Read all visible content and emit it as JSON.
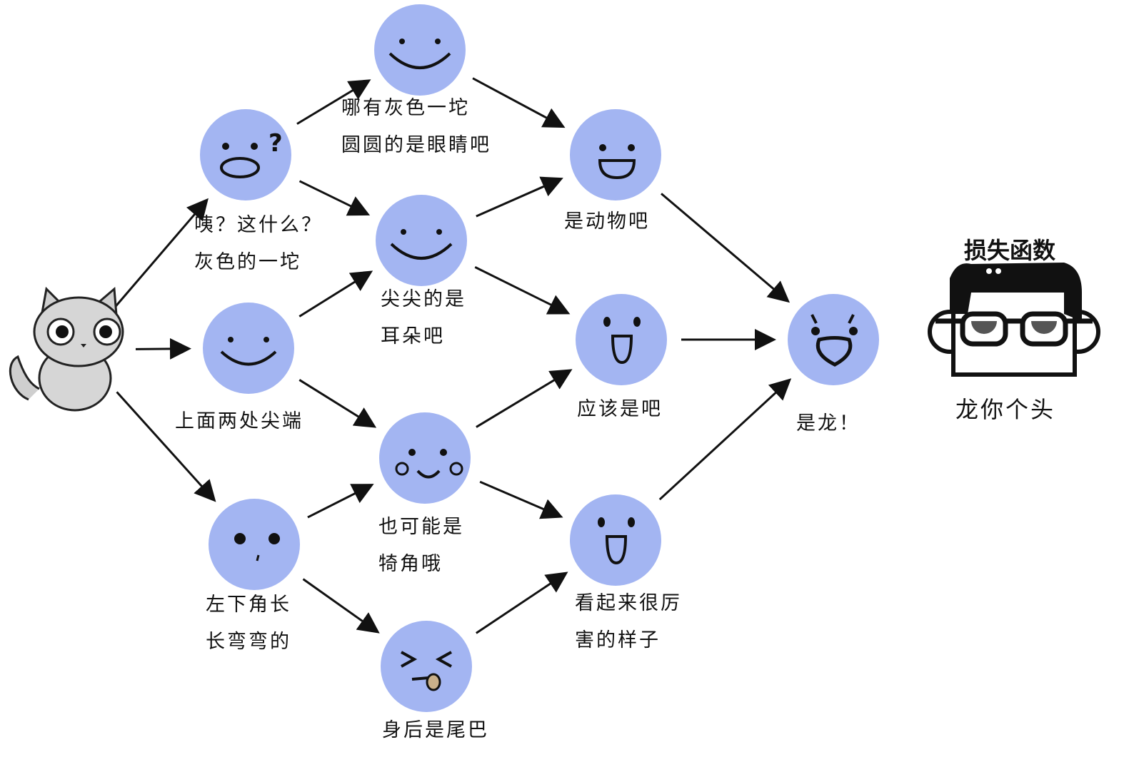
{
  "colors": {
    "node": "#a3b5f2",
    "ink": "#111111"
  },
  "nodes": [
    {
      "id": "n1",
      "face": "surprised",
      "lines": [
        "咦？这什么？",
        "灰色的一坨"
      ]
    },
    {
      "id": "n2",
      "face": "smile",
      "lines": [
        "上面两处尖端"
      ]
    },
    {
      "id": "n3",
      "face": "dots",
      "lines": [
        "左下角长",
        "长弯弯的"
      ]
    },
    {
      "id": "n4",
      "face": "bigsmile",
      "lines": [
        "哪有灰色一坨",
        "圆圆的是眼睛吧"
      ]
    },
    {
      "id": "n5",
      "face": "bigsmile",
      "lines": [
        "尖尖的是",
        "耳朵吧"
      ]
    },
    {
      "id": "n6",
      "face": "blush",
      "lines": [
        "也可能是",
        "犄角哦"
      ]
    },
    {
      "id": "n7",
      "face": "tongue",
      "lines": [
        "身后是尾巴"
      ]
    },
    {
      "id": "n8",
      "face": "grin",
      "lines": [
        "是动物吧"
      ]
    },
    {
      "id": "n9",
      "face": "open",
      "lines": [
        "应该是吧"
      ]
    },
    {
      "id": "n10",
      "face": "open",
      "lines": [
        "看起来很厉",
        "害的样子"
      ]
    },
    {
      "id": "n11",
      "face": "shout",
      "lines": [
        "是龙！"
      ]
    }
  ],
  "edges": [
    [
      "cat",
      "n1"
    ],
    [
      "cat",
      "n2"
    ],
    [
      "cat",
      "n3"
    ],
    [
      "n1",
      "n4"
    ],
    [
      "n1",
      "n5"
    ],
    [
      "n2",
      "n5"
    ],
    [
      "n2",
      "n6"
    ],
    [
      "n3",
      "n6"
    ],
    [
      "n3",
      "n7"
    ],
    [
      "n4",
      "n8"
    ],
    [
      "n5",
      "n8"
    ],
    [
      "n5",
      "n9"
    ],
    [
      "n6",
      "n9"
    ],
    [
      "n6",
      "n10"
    ],
    [
      "n7",
      "n10"
    ],
    [
      "n8",
      "n11"
    ],
    [
      "n9",
      "n11"
    ],
    [
      "n10",
      "n11"
    ]
  ],
  "loss": {
    "title": "损失函数",
    "caption": "龙你个头"
  }
}
